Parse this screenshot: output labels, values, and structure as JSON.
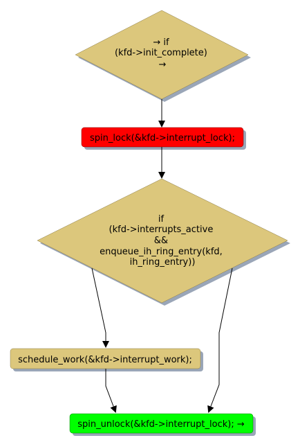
{
  "nodes": {
    "cond1": {
      "lines": [
        "→ if",
        "(kfd->init_complete)",
        "→"
      ]
    },
    "lock": {
      "label": "spin_lock(&kfd->interrupt_lock);"
    },
    "cond2": {
      "lines": [
        "if",
        "(kfd->interrupts_active",
        "&&",
        "enqueue_ih_ring_entry(kfd,",
        "ih_ring_entry))"
      ]
    },
    "schedule": {
      "label": "schedule_work(&kfd->interrupt_work);"
    },
    "unlock": {
      "label": "spin_unlock(&kfd->interrupt_lock); →"
    }
  },
  "colors": {
    "decision": "#dcc77c",
    "lock": "#ff0000",
    "schedule": "#dcc77c",
    "unlock": "#00ff00",
    "shadow": "#9aa6b8",
    "stroke": "#000000"
  }
}
